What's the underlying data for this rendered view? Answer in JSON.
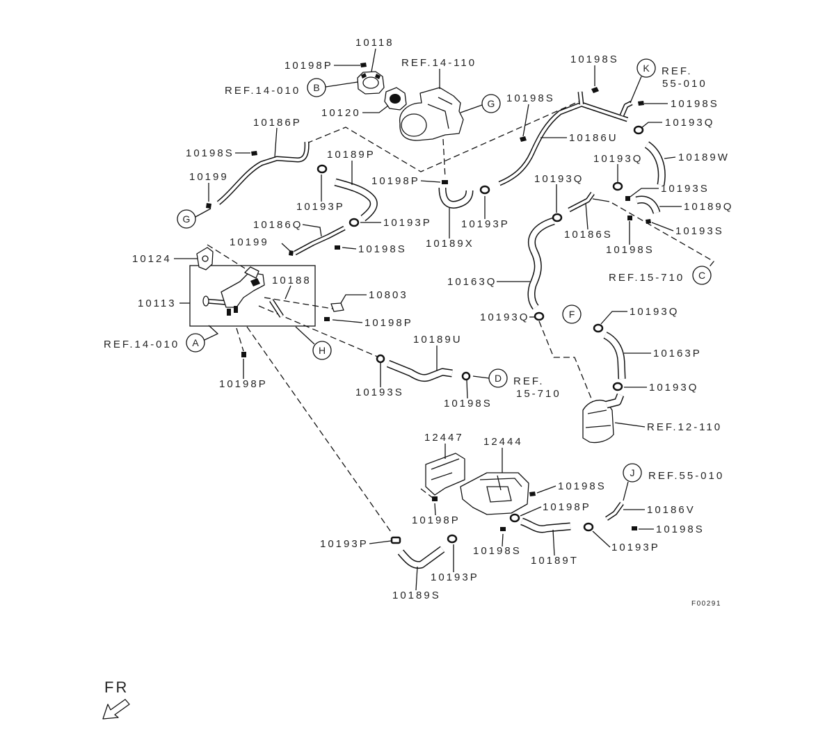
{
  "part_numbers": [
    "10118",
    "10198P",
    "10198S",
    "10120",
    "10198S",
    "10198S",
    "10193Q",
    "10186P",
    "10186U",
    "10189W",
    "10198S",
    "10189P",
    "10193Q",
    "10199",
    "10193P",
    "10198P",
    "10193Q",
    "10193S",
    "10189Q",
    "10193P",
    "10186Q",
    "10193P",
    "10186S",
    "10193S",
    "10199",
    "10198S",
    "10189X",
    "10198S",
    "10124",
    "10188",
    "10163Q",
    "10113",
    "10803",
    "10193Q",
    "10193Q",
    "10198P",
    "10189U",
    "10163P",
    "10193S",
    "10198P",
    "10198S",
    "10193Q",
    "12447",
    "12444",
    "10198S",
    "10198P",
    "10186V",
    "10198P",
    "10198S",
    "10193P",
    "10198S",
    "10193P",
    "10189T",
    "10193P",
    "10189S"
  ],
  "references": [
    "REF.14-110",
    "REF.14-010",
    "REF.",
    "55-010",
    "REF.15-710",
    "REF.14-010",
    "REF.",
    "15-710",
    "REF.12-110",
    "REF.55-010"
  ],
  "connectors": [
    "B",
    "G",
    "K",
    "G",
    "C",
    "F",
    "A",
    "H",
    "D",
    "J"
  ],
  "figure_code": "F00291",
  "direction_label": "FR"
}
